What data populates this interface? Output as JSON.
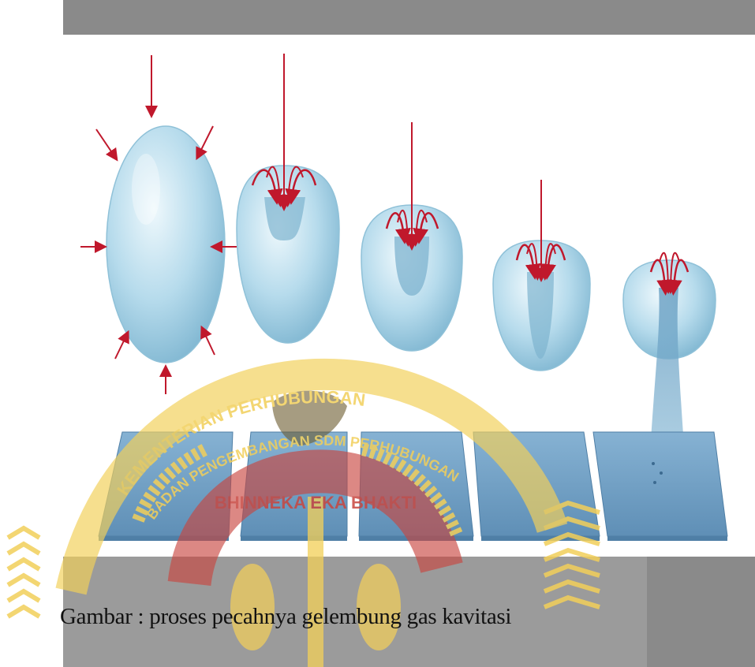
{
  "caption": {
    "text": "Gambar : proses pecahnya gelembung gas kavitasi"
  },
  "watermark": {
    "arc_text_outer": "KEMENTERIAN PERHUBUNGAN",
    "arc_text_inner": "BADAN PENGEMBANGAN SDM PERHUBUNGAN",
    "motto_text": "BHINNEKA EKA BHAKTI",
    "colors": {
      "gold": "#f2cf5a",
      "red": "#c8463f",
      "brown": "#6b5a2e"
    }
  },
  "colors": {
    "bubble": "#a9d2e6",
    "plate": "#6f9fc4",
    "arrow": "#c0182c",
    "top_bar": "#8a8a8a",
    "bottom_band": "#9b9b9b"
  }
}
